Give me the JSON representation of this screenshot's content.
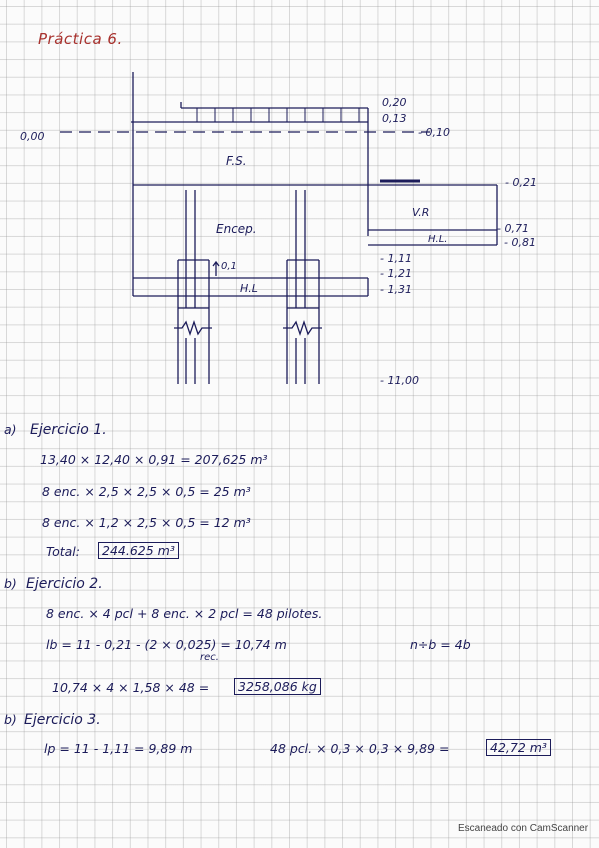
{
  "title": "Práctica 6.",
  "diagram": {
    "levels": {
      "l000": "0,00",
      "l020": "0,20",
      "l013": "0,13",
      "l010": "- 0,10",
      "l021": "- 0,21",
      "l071": "- 0,71",
      "l081": "- 0,81",
      "l111": "- 1,11",
      "l121": "- 1,21",
      "l131": "- 1,31",
      "l1100": "- 11,00"
    },
    "labels": {
      "fs": "F.S.",
      "encep": "Encep.",
      "vr": "V.R",
      "hl_right": "H.L.",
      "hl_bottom": "H.L",
      "dim01": "0,1"
    }
  },
  "exercises": {
    "ex1": {
      "marker": "a)",
      "heading": "Ejercicio 1.",
      "line1": "13,40 × 12,40 × 0,91 = 207,625 m³",
      "line2": "8 enc. × 2,5 × 2,5 × 0,5 = 25 m³",
      "line3": "8 enc. × 1,2 × 2,5 × 0,5 = 12 m³",
      "total_label": "Total:",
      "total_value": "244.625 m³"
    },
    "ex2": {
      "marker": "b)",
      "heading": "Ejercicio 2.",
      "line1": "8 enc. × 4 pcl + 8 enc. × 2 pcl = 48 pilotes.",
      "line2": "lb = 11 - 0,21 - (2 × 0,025) = 10,74 m",
      "line2_note": "rec.",
      "line2_side": "n÷b = 4b",
      "line3": "10,74 × 4 × 1,58 × 48 =",
      "result": "3258,086 kg"
    },
    "ex3": {
      "marker": "b)",
      "heading": "Ejercicio 3.",
      "line1": "lp = 11 - 1,11 = 9,89 m",
      "line2": "48 pcl. × 0,3 × 0,3 × 9,89 =",
      "result": "42,72 m³"
    }
  },
  "footer": "Escaneado con CamScanner"
}
